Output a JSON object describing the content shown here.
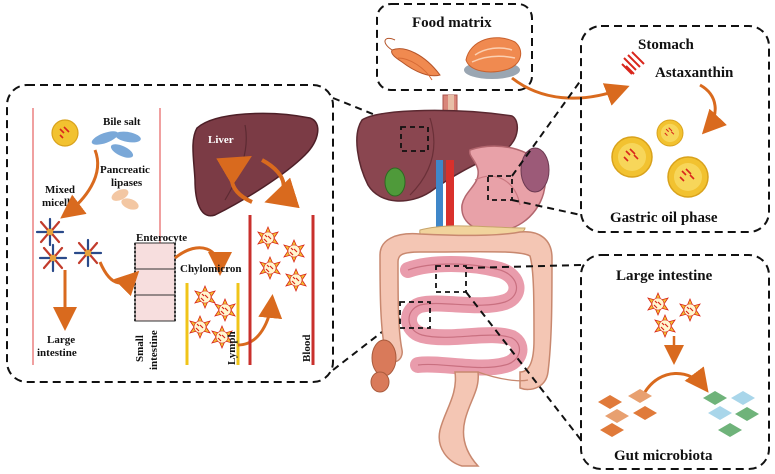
{
  "food_panel": {
    "title": "Food matrix"
  },
  "stomach_panel": {
    "title": "Stomach",
    "compound": "Astaxanthin",
    "phase": "Gastric oil phase"
  },
  "intestine_panel": {
    "title": "Large intestine",
    "microbiota": "Gut microbiota"
  },
  "absorption_panel": {
    "bile_salt": "Bile salt",
    "pancreatic_1": "Pancreatic",
    "pancreatic_2": "lipases",
    "mixed_1": "Mixed",
    "mixed_2": "micelle",
    "large_1": "Large",
    "large_2": "intestine",
    "enterocyte": "Enterocyte",
    "chylomicron": "Chylomicron",
    "liver": "Liver",
    "small_1": "Small",
    "small_2": "intestine",
    "lymph": "Lymph",
    "blood": "Blood"
  },
  "colors": {
    "astaxanthin_red": "#d9261c",
    "oil_yellow": "#f2c230",
    "arrow_orange": "#d96a1e",
    "liver_brown": "#7b3b45",
    "blood_red": "#c9302c",
    "lymph_yellow": "#f0c419",
    "bile_blue": "#7aa8d8",
    "lipase_peach": "#f3c7a3",
    "microbe_orange": "#e07a3a",
    "microbe_green": "#6fb37a",
    "microbe_blue": "#a9d6ea"
  }
}
